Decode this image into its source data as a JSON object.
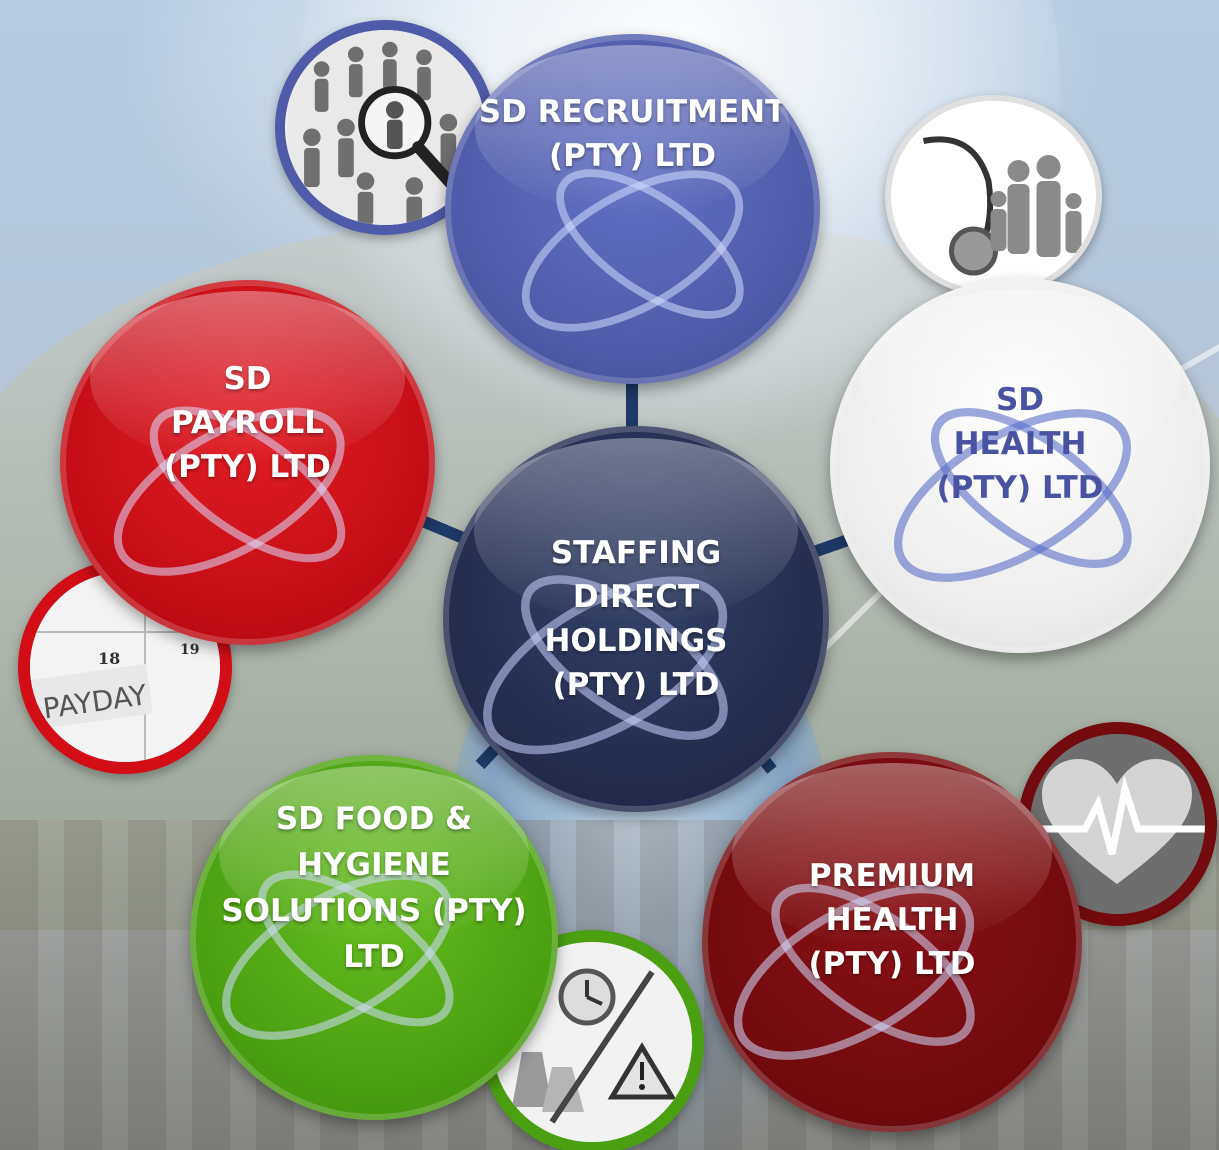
{
  "colors": {
    "center": "#242c4f",
    "recruitment": "#4f5aa8",
    "payroll": "#c40c14",
    "health": "#ececec",
    "health_text": "#4a53a2",
    "food": "#4aa010",
    "premium": "#720a0e",
    "connector": "#1e3a66"
  },
  "center": {
    "label": "STAFFING\nDIRECT\nHOLDINGS\n(PTY) LTD"
  },
  "nodes": {
    "recruitment": {
      "label": "SD RECRUITMENT\n(PTY) LTD",
      "icon": "people-search-icon"
    },
    "payroll": {
      "label": "SD\nPAYROLL\n(PTY) LTD",
      "icon": "payday-calendar-icon"
    },
    "health": {
      "label": "SD\nHEALTH\n(PTY) LTD",
      "icon": "stethoscope-family-icon"
    },
    "food": {
      "label": "SD FOOD &\nHYGIENE\nSOLUTIONS (PTY)\nLTD",
      "icon": "lab-tools-icon"
    },
    "premium": {
      "label": "PREMIUM\nHEALTH\n(PTY) LTD",
      "icon": "heartbeat-icon"
    }
  },
  "badges": {
    "payday": {
      "day_a": "18",
      "day_b": "19",
      "word": "PAYDAY"
    }
  }
}
